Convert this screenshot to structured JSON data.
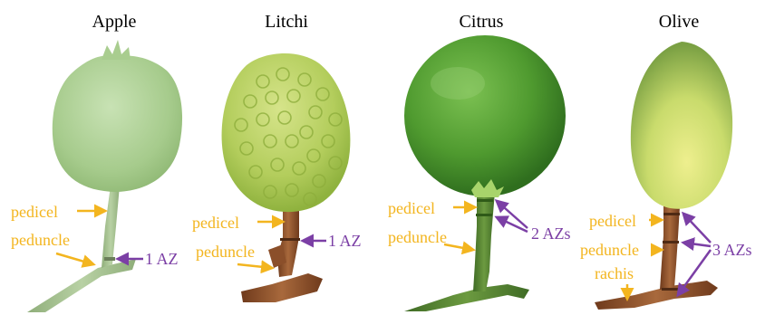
{
  "panels": [
    {
      "title": "Apple",
      "labels": {
        "pedicel": "pedicel",
        "peduncle": "peduncle"
      },
      "az_label": "1 AZ"
    },
    {
      "title": "Litchi",
      "labels": {
        "pedicel": "pedicel",
        "peduncle": "peduncle"
      },
      "az_label": "1 AZ"
    },
    {
      "title": "Citrus",
      "labels": {
        "pedicel": "pedicel",
        "peduncle": "peduncle"
      },
      "az_label": "2 AZs"
    },
    {
      "title": "Olive",
      "labels": {
        "pedicel": "pedicel",
        "peduncle": "peduncle",
        "rachis": "rachis"
      },
      "az_label": "3 AZs"
    }
  ],
  "colors": {
    "label_yellow": "#f3b51f",
    "az_purple": "#7b3fa5",
    "apple_fruit": "#a9cd8f",
    "litchi_fruit": "#b6cf62",
    "citrus_fruit": "#4e9a2e",
    "olive_fruit": "#c6d86a",
    "woody_stem": "#8b4f2a",
    "green_stem": "#5f8a3a"
  }
}
